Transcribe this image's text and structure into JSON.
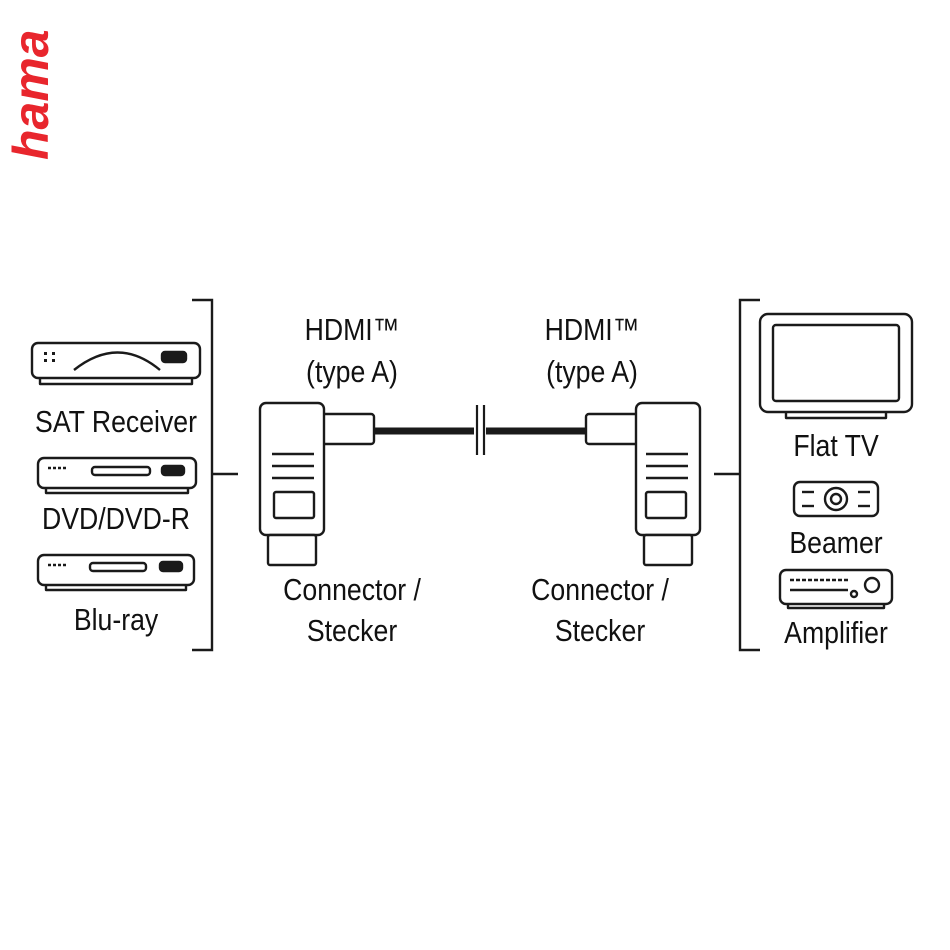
{
  "brand": {
    "logo_text": "hama",
    "logo_color": "#e8262d"
  },
  "sources": {
    "devices": [
      {
        "label": "SAT Receiver",
        "icon": "sat-receiver-icon"
      },
      {
        "label": "DVD/DVD-R",
        "icon": "dvd-player-icon"
      },
      {
        "label": "Blu-ray",
        "icon": "bluray-player-icon"
      }
    ]
  },
  "cable": {
    "left_connector": {
      "type_line1": "HDMI™",
      "type_line2": "(type A)",
      "caption_line1": "Connector /",
      "caption_line2": "Stecker"
    },
    "right_connector": {
      "type_line1": "HDMI™",
      "type_line2": "(type A)",
      "caption_line1": "Connector /",
      "caption_line2": "Stecker"
    }
  },
  "sinks": {
    "devices": [
      {
        "label": "Flat TV",
        "icon": "flat-tv-icon"
      },
      {
        "label": "Beamer",
        "icon": "projector-icon"
      },
      {
        "label": "Amplifier",
        "icon": "amplifier-icon"
      }
    ]
  },
  "colors": {
    "line": "#1a1a1a",
    "background": "#ffffff"
  }
}
